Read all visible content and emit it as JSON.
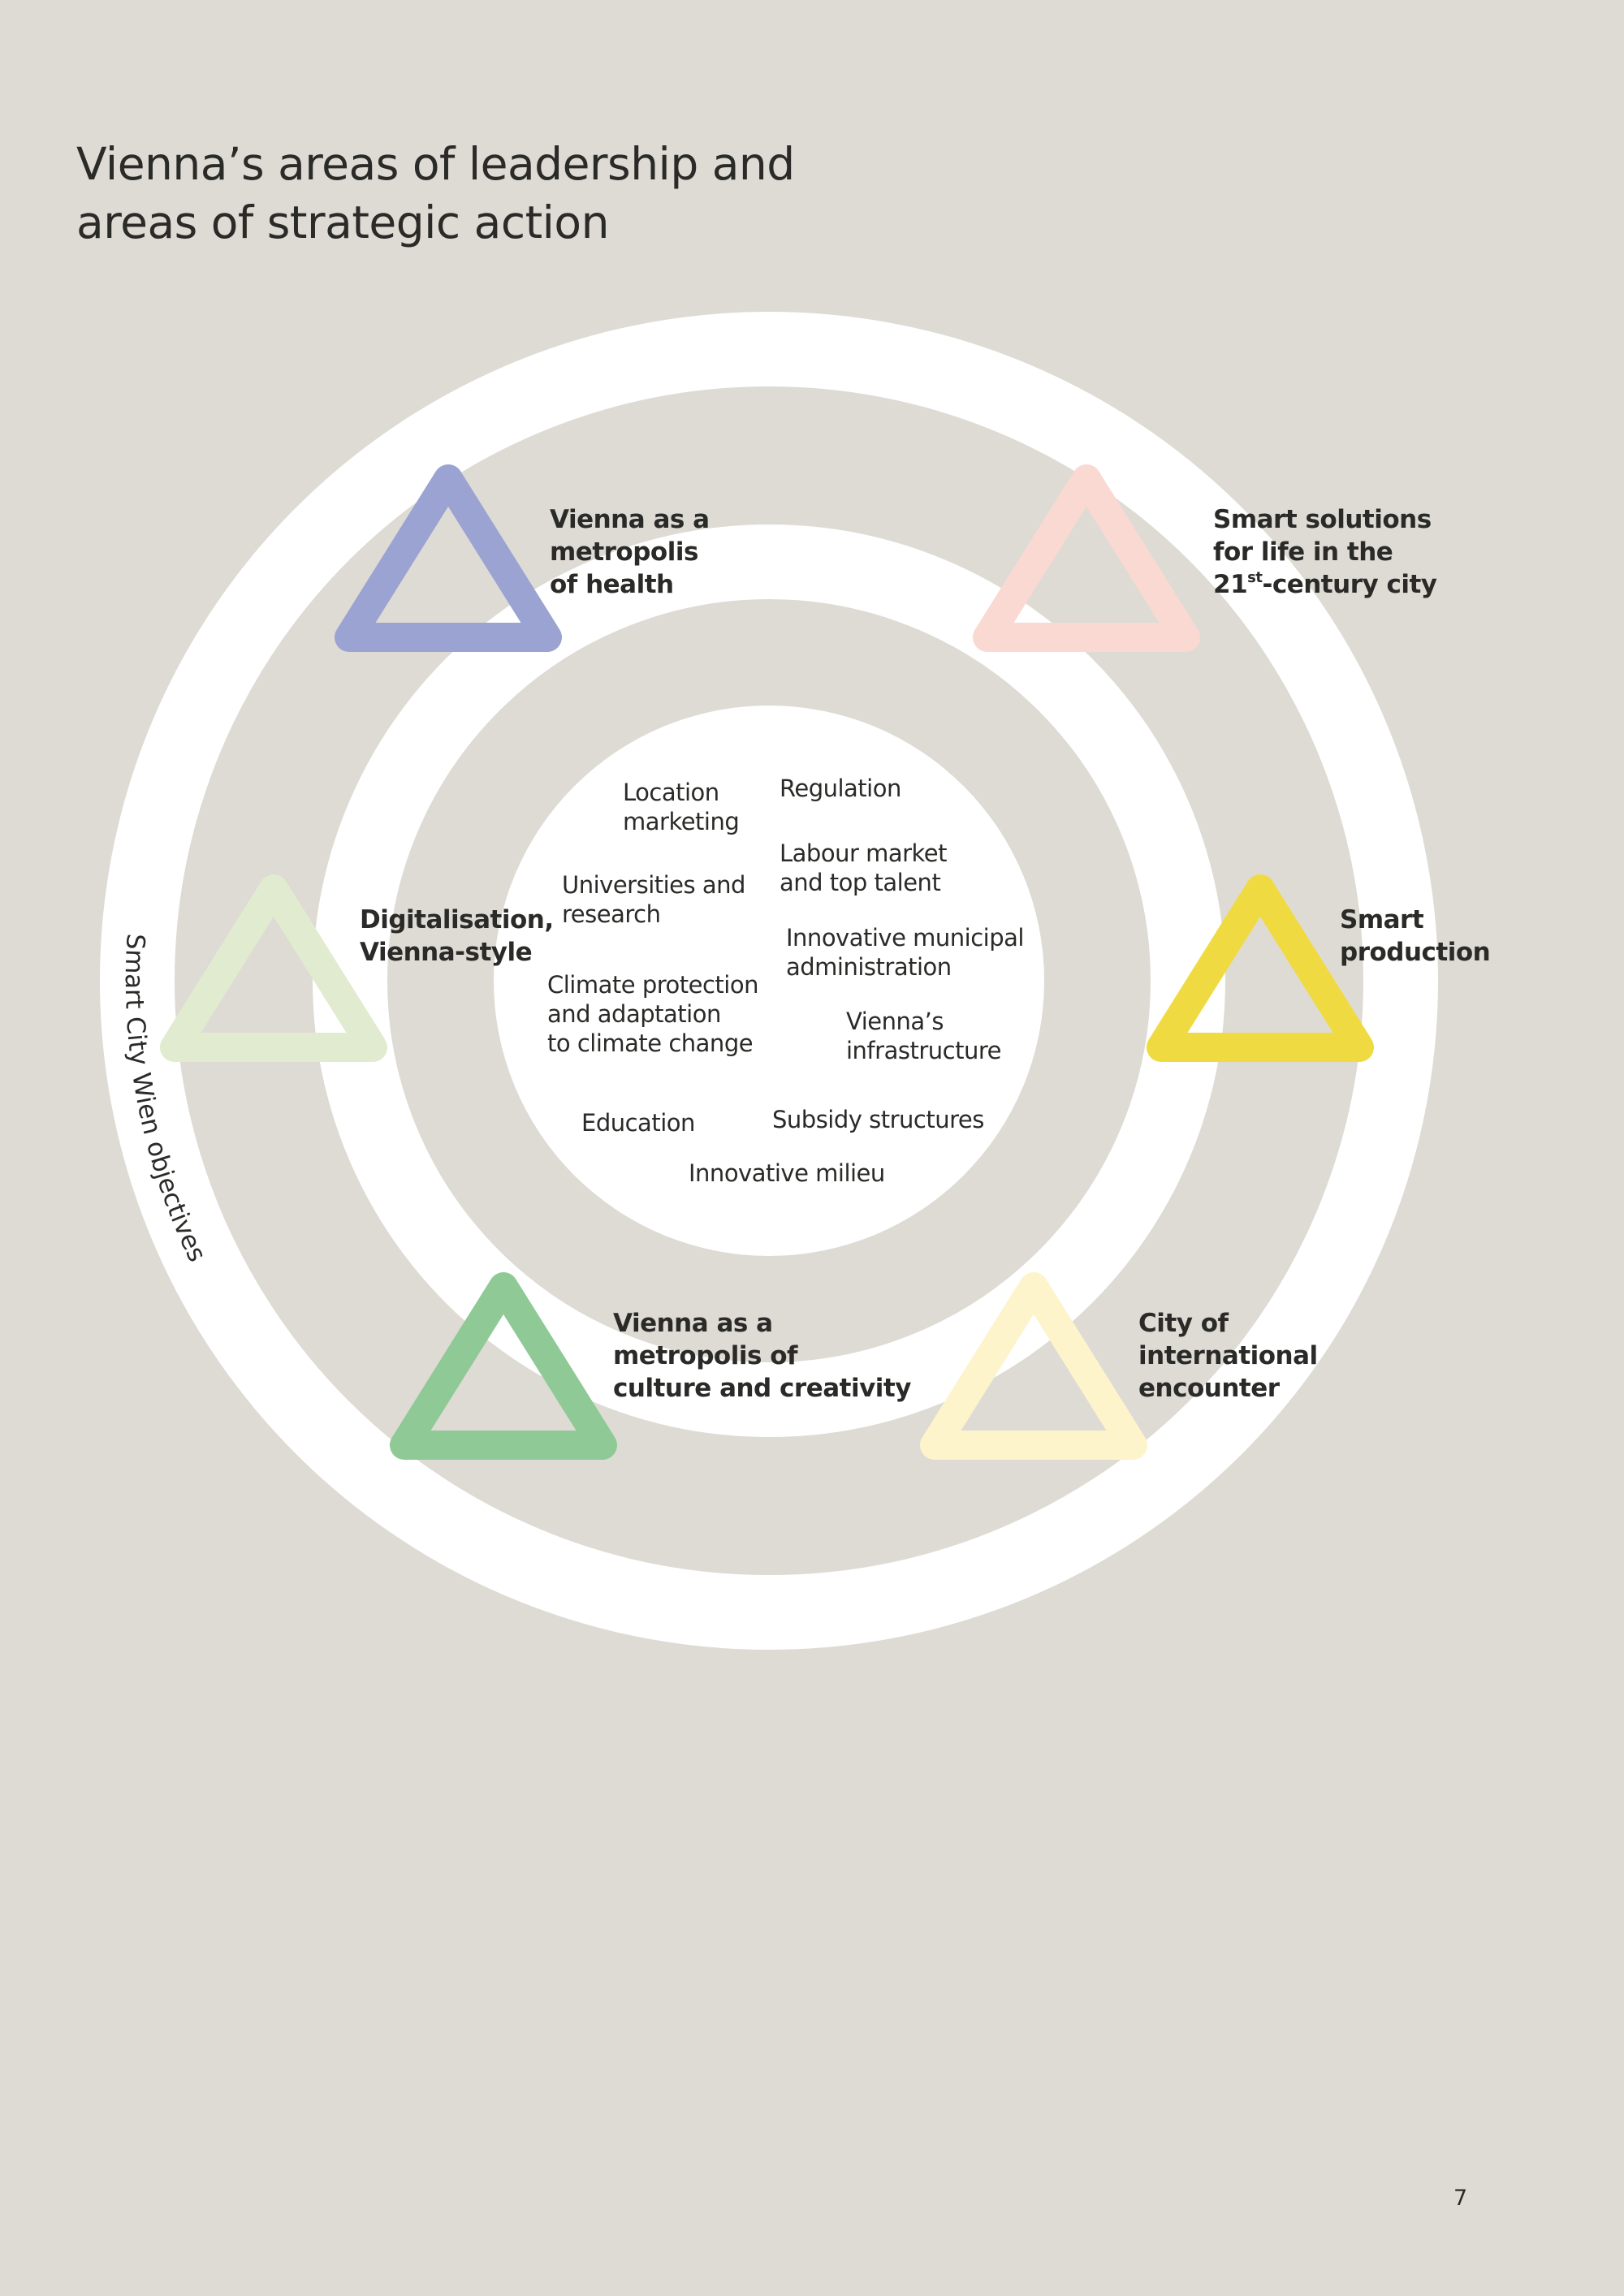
{
  "title": [
    "Vienna’s areas of leadership and",
    "areas of strategic action"
  ],
  "ring_label": "Smart City Wien objectives",
  "colors": {
    "background": "#dedbd4",
    "ring": "#ffffff",
    "health": "#9aa3d1",
    "smart_solutions": "#f9d9d1",
    "digitalisation": "#e1ebcf",
    "smart_production": "#efdb41",
    "culture": "#8fc995",
    "international": "#fdf4cc"
  },
  "areas_of_leadership": {
    "health": [
      "Vienna as a",
      "metropolis",
      "of health"
    ],
    "smart_solutions": {
      "line1": "Smart solutions",
      "line2": "for life in the",
      "line3_num": "21",
      "line3_sup": "st",
      "line3_rest": "-century city"
    },
    "digitalisation": [
      "Digitalisation,",
      "Vienna-style"
    ],
    "smart_production": [
      "Smart",
      "production"
    ],
    "culture": [
      "Vienna as a",
      "metropolis of",
      "culture and creativity"
    ],
    "international": [
      "City of",
      "international",
      "encounter"
    ]
  },
  "strategic_actions": {
    "location_marketing": [
      "Location",
      "marketing"
    ],
    "regulation": [
      "Regulation"
    ],
    "labour_market": [
      "Labour market",
      "and top talent"
    ],
    "universities": [
      "Universities and",
      "research"
    ],
    "municipal_admin": [
      "Innovative municipal",
      "administration"
    ],
    "climate": [
      "Climate protection",
      "and adaptation",
      "to climate change"
    ],
    "infrastructure": [
      "Vienna’s",
      "infrastructure"
    ],
    "education": [
      "Education"
    ],
    "subsidy": [
      "Subsidy structures"
    ],
    "milieu": [
      "Innovative milieu"
    ]
  },
  "page_number": "7"
}
